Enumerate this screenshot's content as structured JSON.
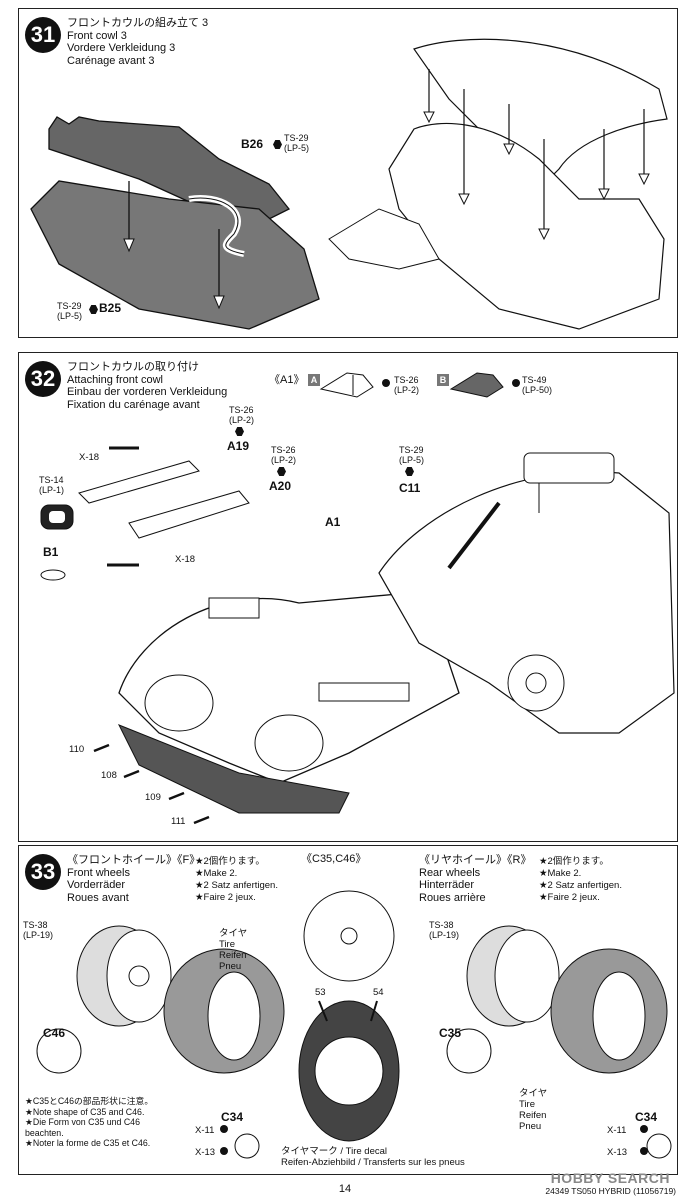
{
  "step31": {
    "number": "31",
    "title_jp": "フロントカウルの組み立て 3",
    "title_en": "Front cowl 3",
    "title_de": "Vordere Verkleidung 3",
    "title_fr": "Carénage avant 3",
    "part_b26": "B26",
    "paint_b26": "TS-29",
    "paint_b26_lp": "(LP-5)",
    "part_b25": "B25",
    "paint_b25": "TS-29",
    "paint_b25_lp": "(LP-5)"
  },
  "step32": {
    "number": "32",
    "title_jp": "フロントカウルの取り付け",
    "title_en": "Attaching front cowl",
    "title_de": "Einbau der vorderen Verkleidung",
    "title_fr": "Fixation du carénage avant",
    "a1_label": "《A1》",
    "variant_a": "A",
    "variant_a_paint": "TS-26",
    "variant_a_lp": "(LP-2)",
    "variant_b": "B",
    "variant_b_paint": "TS-49",
    "variant_b_lp": "(LP-50)",
    "a19_paint": "TS-26",
    "a19_lp": "(LP-2)",
    "a19": "A19",
    "a20_paint": "TS-26",
    "a20_lp": "(LP-2)",
    "a20": "A20",
    "x18_top": "X-18",
    "x18_bottom": "X-18",
    "b1_paint": "TS-14",
    "b1_lp": "(LP-1)",
    "b1": "B1",
    "c11_paint": "TS-29",
    "c11_lp": "(LP-5)",
    "c11": "C11",
    "a1": "A1",
    "decals": [
      "110",
      "108",
      "109",
      "111"
    ]
  },
  "step33": {
    "number": "33",
    "front_jp": "《フロントホイール》《F》",
    "front_en": "Front wheels",
    "front_de": "Vorderräder",
    "front_fr": "Roues avant",
    "make2_jp": "★2個作ります。",
    "make2_en": "★Make 2.",
    "make2_de": "★2 Satz anfertigen.",
    "make2_fr": "★Faire 2 jeux.",
    "c35c46": "《C35,C46》",
    "rear_jp": "《リヤホイール》《R》",
    "rear_en": "Rear wheels",
    "rear_de": "Hinterräder",
    "rear_fr": "Roues arrière",
    "make2r_jp": "★2個作ります。",
    "make2r_en": "★Make 2.",
    "make2r_de": "★2 Satz anfertigen.",
    "make2r_fr": "★Faire 2 jeux.",
    "ts38_f": "TS-38",
    "ts38_f_lp": "(LP-19)",
    "ts38_r": "TS-38",
    "ts38_r_lp": "(LP-19)",
    "tire_f_jp": "タイヤ",
    "tire_f_en": "Tire",
    "tire_f_de": "Reifen",
    "tire_f_fr": "Pneu",
    "tire_r_jp": "タイヤ",
    "tire_r_en": "Tire",
    "tire_r_de": "Reifen",
    "tire_r_fr": "Pneu",
    "c46": "C46",
    "c35": "C35",
    "c34_f": "C34",
    "c34_r": "C34",
    "x11_f": "X-11",
    "x13_f": "X-13",
    "x11_r": "X-11",
    "x13_r": "X-13",
    "note_jp": "★C35とC46の部品形状に注意。",
    "note_en": "★Note shape of C35 and C46.",
    "note_de1": "★Die Form von C35 und C46",
    "note_de2": "beachten.",
    "note_fr": "★Noter la forme de C35 et C46.",
    "decal_53": "53",
    "decal_54": "54",
    "tiredecal_jp": "タイヤマーク / Tire decal",
    "tiredecal_de": "Reifen-Abziehbild / Transferts sur les pneus"
  },
  "footer": {
    "page": "14",
    "code": "24349 TS050 HYBRID (11056719)",
    "watermark": "HOBBY SEARCH"
  }
}
